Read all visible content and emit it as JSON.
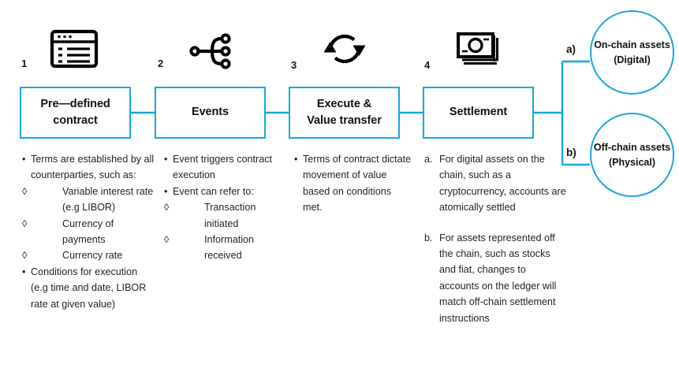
{
  "theme": {
    "accent_blue": "#15a8de",
    "text_black": "#231f20",
    "background": "#ffffff"
  },
  "stages": [
    {
      "number": "1",
      "icon": "browser-list-icon",
      "title": "Pre—defined\ncontract"
    },
    {
      "number": "2",
      "icon": "node-branch-icon",
      "title": "Events"
    },
    {
      "number": "3",
      "icon": "refresh-cycle-icon",
      "title": "Execute &\nValue transfer"
    },
    {
      "number": "4",
      "icon": "banknotes-stack-icon",
      "title": "Settlement"
    }
  ],
  "outcomes": [
    {
      "branch_label": "a)",
      "line1": "On-chain assets",
      "line2": "(Digital)"
    },
    {
      "branch_label": "b)",
      "line1": "Off-chain assets",
      "line2": "(Physical)"
    }
  ],
  "columns": [
    {
      "id": "column-predefined-contract",
      "items": [
        {
          "marker": "•",
          "style": "bullet",
          "text": "Terms are established by all counterparties, such as:"
        },
        {
          "marker": "◊",
          "style": "sub",
          "text": "Variable interest rate (e.g LIBOR)"
        },
        {
          "marker": "◊",
          "style": "sub",
          "text": "Currency of payments"
        },
        {
          "marker": "◊",
          "style": "sub",
          "text": "Currency rate"
        },
        {
          "marker": "•",
          "style": "bullet",
          "text": "Conditions for execution (e.g time and date, LIBOR rate at given value)"
        }
      ]
    },
    {
      "id": "column-events",
      "items": [
        {
          "marker": "•",
          "style": "bullet",
          "text": "Event triggers contract execution"
        },
        {
          "marker": "•",
          "style": "bullet",
          "text": "Event can refer to:"
        },
        {
          "marker": "◊",
          "style": "sub",
          "text": "Transaction initiated"
        },
        {
          "marker": "◊",
          "style": "sub",
          "text": "Information received"
        }
      ]
    },
    {
      "id": "column-execute-value-transfer",
      "items": [
        {
          "marker": "•",
          "style": "bullet",
          "text": "Terms of contract dictate movement of value based on conditions met."
        }
      ]
    },
    {
      "id": "column-settlement",
      "items": [
        {
          "marker": "a.",
          "style": "alpha",
          "text": "For digital assets on the chain, such as a cryptocurrency, accounts are atomically settled"
        },
        {
          "marker": "",
          "style": "gap",
          "text": ""
        },
        {
          "marker": "b.",
          "style": "alpha",
          "text": "For assets represented off the chain, such as stocks and fiat, changes to accounts on the ledger will match off-chain settlement instructions"
        }
      ]
    }
  ]
}
